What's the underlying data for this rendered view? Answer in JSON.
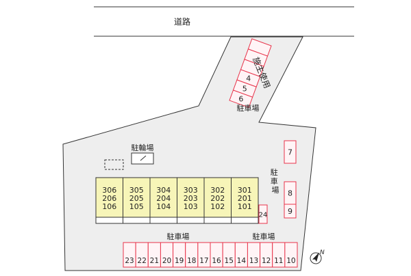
{
  "road": {
    "label": "道路"
  },
  "labels": {
    "owner_use": "施主使用",
    "parking": "駐車場",
    "bike_parking": "駐輪場",
    "north": "N"
  },
  "building": {
    "columns": [
      [
        "306",
        "206",
        "106"
      ],
      [
        "305",
        "205",
        "105"
      ],
      [
        "304",
        "204",
        "104"
      ],
      [
        "303",
        "203",
        "103"
      ],
      [
        "302",
        "202",
        "102"
      ],
      [
        "301",
        "201",
        "101"
      ]
    ]
  },
  "parking": {
    "reserved_slots": [
      "",
      "",
      "",
      "4",
      "5",
      "6"
    ],
    "east_slots": [
      "7",
      "8",
      "9"
    ],
    "small_slot": "24",
    "bottom_slots": [
      "23",
      "22",
      "21",
      "20",
      "19",
      "18",
      "17",
      "16",
      "15",
      "14",
      "13",
      "12",
      "11",
      "10"
    ]
  },
  "colors": {
    "lot_fill": "#eeeeee",
    "lot_stroke": "#333333",
    "building_fill": "#f7f5b8",
    "slot_stroke": "#e8334a",
    "slot_fill": "#fff4f6",
    "text": "#222222"
  }
}
